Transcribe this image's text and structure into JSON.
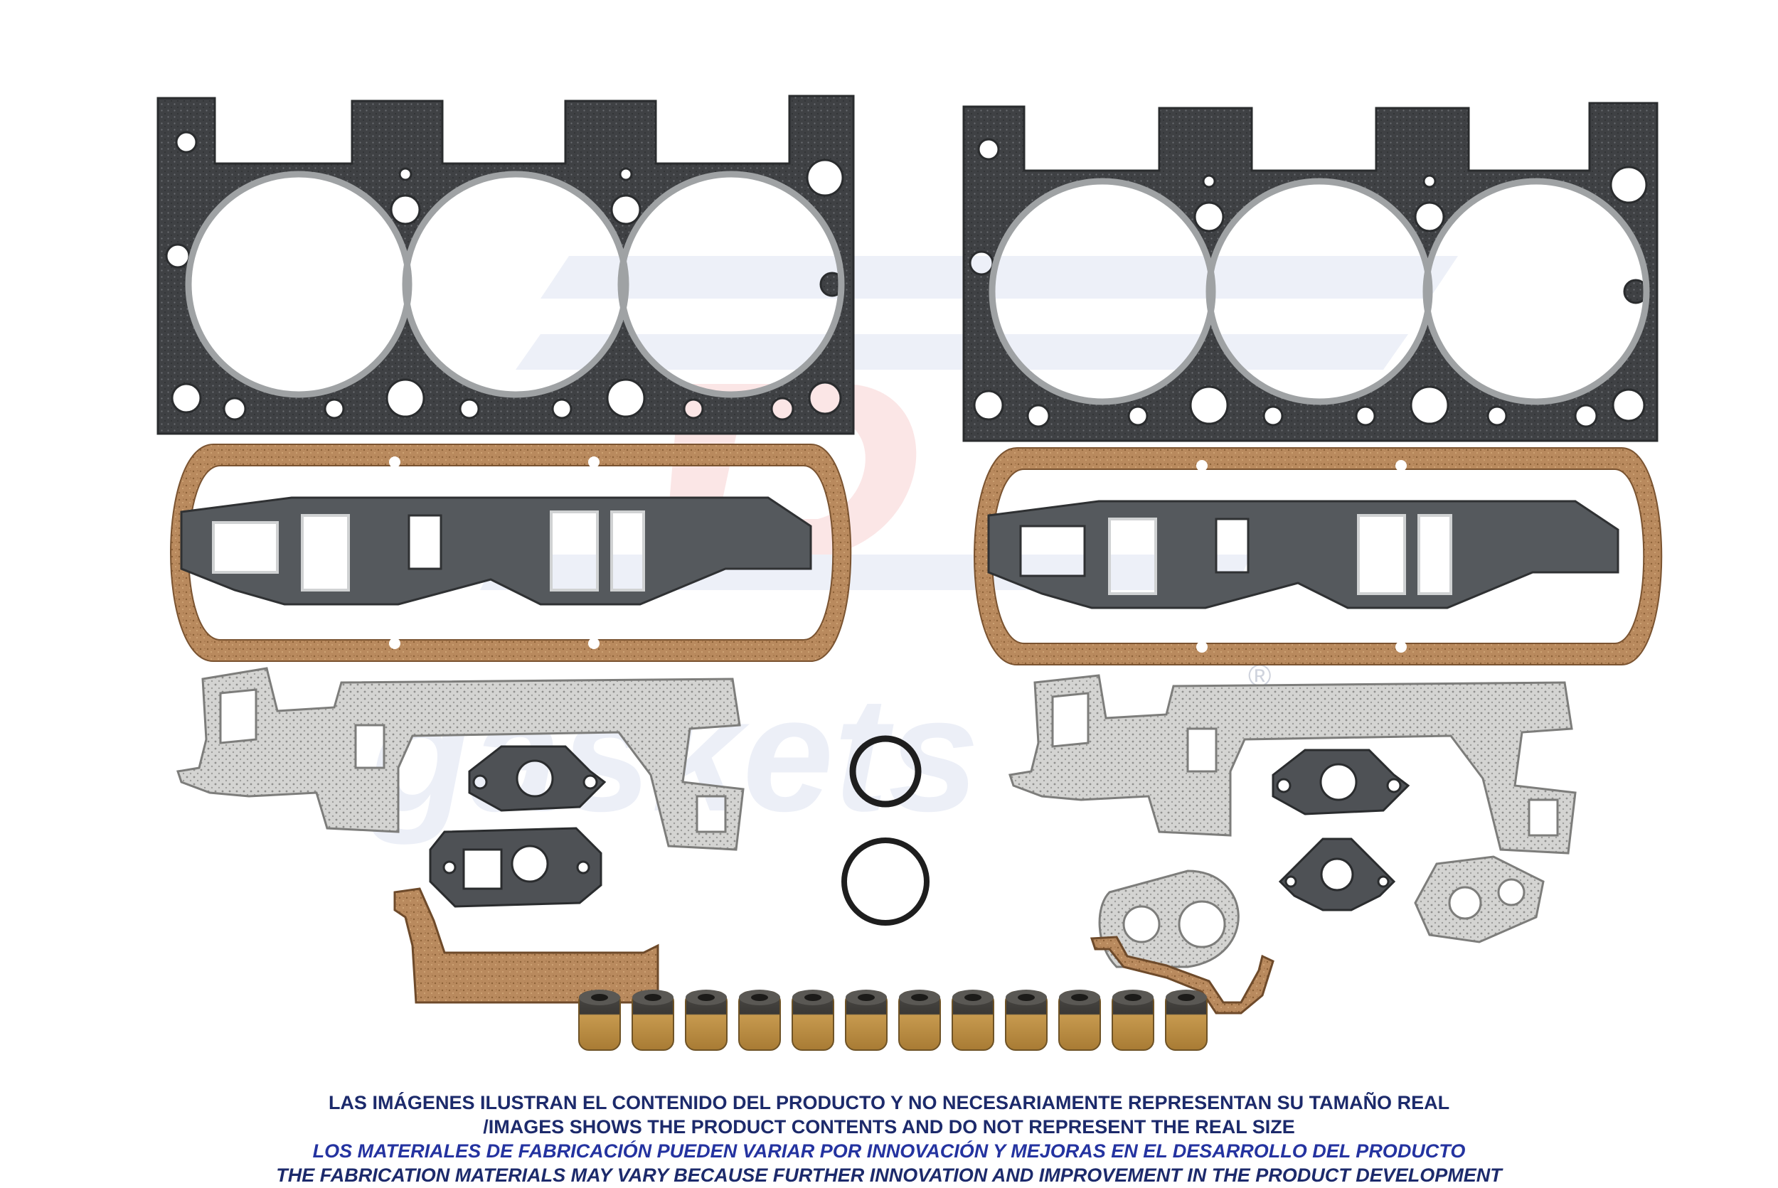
{
  "watermark": {
    "brand_text": "gaskets",
    "registered_mark": "®",
    "accent_color": "#e03a3e",
    "watermark_color": "#dfe4f2"
  },
  "kit_parts": {
    "left_set": [
      "cylinder-head-gasket",
      "valve-cover-gasket",
      "intake-manifold-gasket",
      "exhaust-manifold-gasket",
      "egr-gasket",
      "water-outlet-gasket",
      "end-seal",
      "o-ring-small",
      "o-ring-large"
    ],
    "right_set": [
      "cylinder-head-gasket",
      "valve-cover-gasket",
      "intake-manifold-gasket",
      "exhaust-manifold-gasket",
      "egr-gasket",
      "thermostat-gasket",
      "bypass-gasket",
      "end-seal"
    ],
    "valve_stem_seal_count": 12
  },
  "colors": {
    "graphite": "#3f4144",
    "cork": "#b8895c",
    "steel": "#c9c9c7",
    "seal": "#b08a43",
    "text_dark": "#1c2a6b",
    "text_blue": "#2433a0"
  },
  "disclaimer": {
    "line1": "LAS IMÁGENES ILUSTRAN EL CONTENIDO DEL PRODUCTO Y NO NECESARIAMENTE REPRESENTAN SU TAMAÑO REAL",
    "line2": "/IMAGES SHOWS THE PRODUCT CONTENTS AND DO NOT REPRESENT THE REAL SIZE",
    "line3": "LOS MATERIALES DE FABRICACIÓN PUEDEN VARIAR POR INNOVACIÓN Y MEJORAS EN EL DESARROLLO DEL PRODUCTO",
    "line4": "THE FABRICATION MATERIALS MAY VARY BECAUSE FURTHER INNOVATION AND IMPROVEMENT IN THE PRODUCT DEVELOPMENT"
  }
}
